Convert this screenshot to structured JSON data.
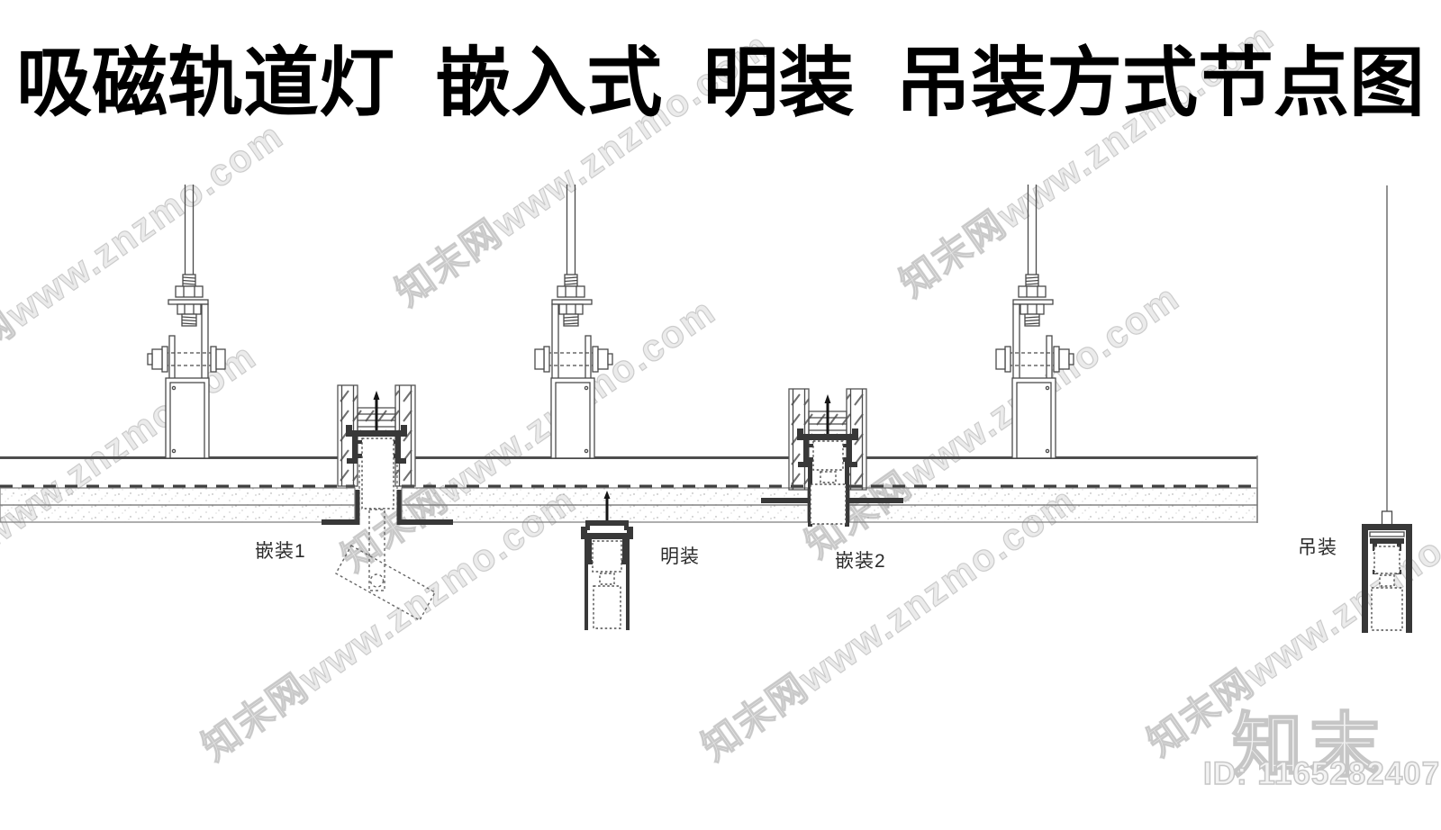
{
  "title": "吸磁轨道灯 嵌入式 明装 吊装方式节点图",
  "watermark": {
    "text": "知末网www.znzmo.com"
  },
  "labels": {
    "recessed1": "嵌装1",
    "surface": "明装",
    "recessed2": "嵌装2",
    "suspended": "吊装"
  },
  "branding": {
    "logo": "知末",
    "id_text": "ID: 1165282407"
  },
  "colors": {
    "line_dark": "#383838",
    "line_mid": "#4a4a4a",
    "watermark_gray": "#cfcfcf",
    "title_black": "#000000"
  },
  "diagram": {
    "type": "magnetic-track-light-ceiling-mounting-detail-section"
  }
}
